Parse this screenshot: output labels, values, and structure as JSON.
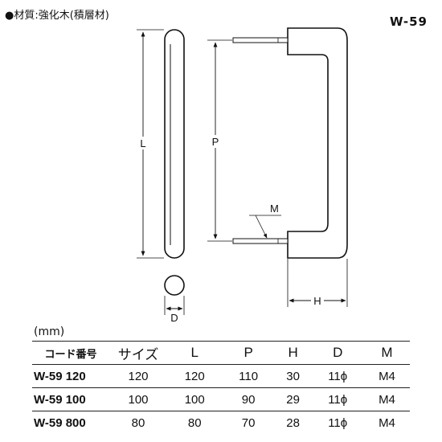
{
  "material": "●材質:強化木(積層材)",
  "product_code": "W-59",
  "drawing": {
    "label_L": "L",
    "label_P": "P",
    "label_M": "M",
    "label_H": "H",
    "label_D": "D"
  },
  "table": {
    "unit": "(mm)",
    "headers": [
      "コード番号",
      "サイズ",
      "L",
      "P",
      "H",
      "D",
      "M"
    ],
    "rows": [
      [
        "W-59 120",
        "120",
        "120",
        "110",
        "30",
        "11ϕ",
        "M4"
      ],
      [
        "W-59 100",
        "100",
        "100",
        "90",
        "29",
        "11ϕ",
        "M4"
      ],
      [
        "W-59 800",
        "80",
        "80",
        "70",
        "28",
        "11ϕ",
        "M4"
      ]
    ]
  }
}
